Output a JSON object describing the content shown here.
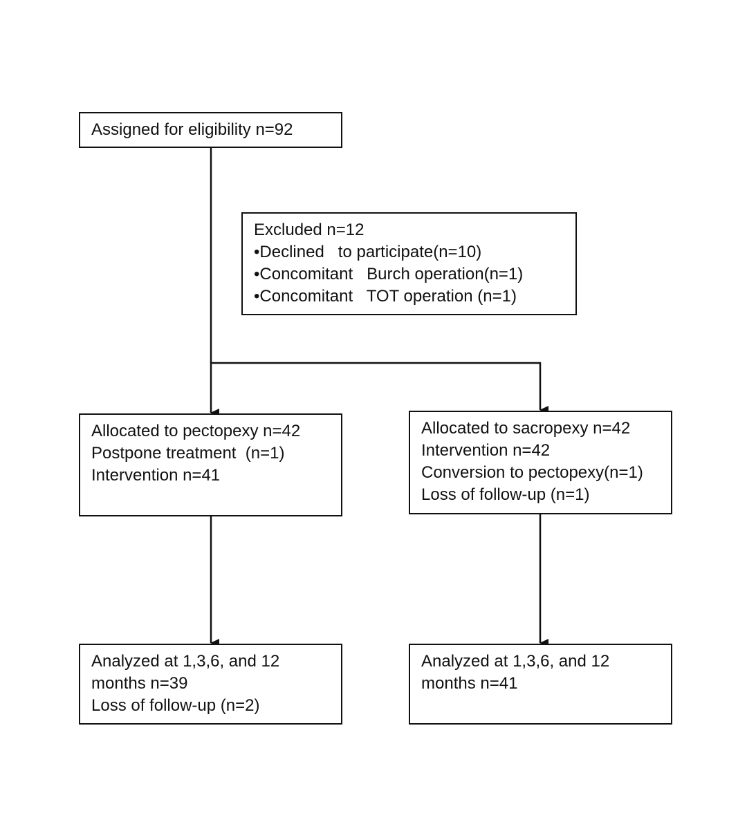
{
  "eligibility": {
    "text": "Assigned for eligibility n=92"
  },
  "excluded": {
    "title": "Excluded n=12",
    "items": [
      "•Declined   to participate(n=10)",
      "•Concomitant   Burch operation(n=1)",
      "•Concomitant   TOT operation (n=1)"
    ]
  },
  "pectopexy": {
    "lines": [
      "Allocated to pectopexy n=42",
      "Postpone treatment  (n=1)",
      "Intervention n=41"
    ]
  },
  "sacropexy": {
    "lines": [
      "Allocated to sacropexy n=42",
      "Intervention n=42",
      "Conversion to pectopexy(n=1)",
      "Loss of follow-up (n=1)"
    ]
  },
  "analyzed_left": {
    "lines": [
      "Analyzed at 1,3,6, and 12",
      "months n=39",
      "Loss of follow-up (n=2)"
    ]
  },
  "analyzed_right": {
    "lines": [
      "Analyzed at 1,3,6, and 12",
      "months n=41"
    ]
  },
  "colors": {
    "stroke": "#111111",
    "background": "#ffffff"
  }
}
